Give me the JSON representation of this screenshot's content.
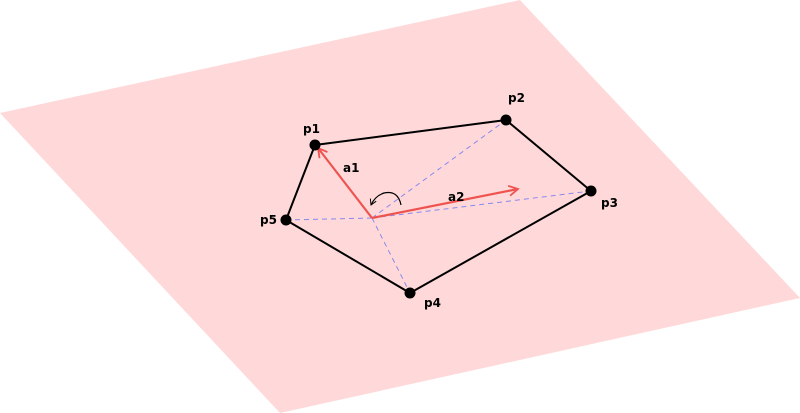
{
  "colors": {
    "plane_fill": "#ffd9d9",
    "polygon_stroke": "#000000",
    "vertex_fill": "#000000",
    "vector_color": "#ef5350",
    "helper_line": "#8888ee",
    "angle_arc": "#000000"
  },
  "points": {
    "p1": "p1",
    "p2": "p2",
    "p3": "p3",
    "p4": "p4",
    "p5": "p5"
  },
  "vectors": {
    "a1": "a1",
    "a2": "a2"
  }
}
